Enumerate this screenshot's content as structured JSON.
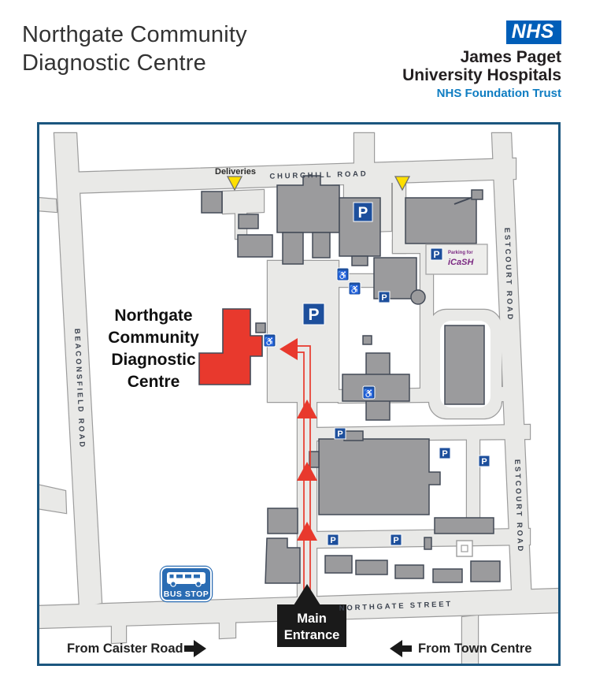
{
  "header": {
    "title_line1": "Northgate Community",
    "title_line2": "Diagnostic Centre",
    "nhs_logo": "NHS",
    "org_line1": "James Paget",
    "org_line2": "University Hospitals",
    "org_line3": "NHS Foundation Trust"
  },
  "map": {
    "labels": {
      "deliveries": "Deliveries",
      "churchill_road": "CHURCHILL ROAD",
      "estcourt_road": "ESTCOURT ROAD",
      "beaconsfield_road": "BEACONSFIELD ROAD",
      "northgate_street": "NORTHGATE STREET",
      "cdc_line1": "Northgate",
      "cdc_line2": "Community",
      "cdc_line3": "Diagnostic",
      "cdc_line4": "Centre",
      "main_entrance_line1": "Main",
      "main_entrance_line2": "Entrance",
      "bus_stop": "BUS STOP",
      "from_caister": "From Caister Road",
      "from_town": "From Town Centre",
      "parking_for": "Parking for",
      "icash": "iCaSH"
    },
    "icons": {
      "parking_label": "P",
      "accessible_glyph": "♿"
    },
    "colors": {
      "nhs_blue": "#005EB8",
      "trust_blue": "#0f7dc2",
      "map_border": "#1b567f",
      "road_fill": "#e9e9e7",
      "building_fill": "#9b9b9d",
      "building_stroke": "#434a57",
      "cdc_red": "#e8392d",
      "parking_blue": "#1d4f9c",
      "bus_blue": "#2a6cb3",
      "marker_yellow": "#ffdf00",
      "icash_purple": "#7b2982"
    }
  }
}
